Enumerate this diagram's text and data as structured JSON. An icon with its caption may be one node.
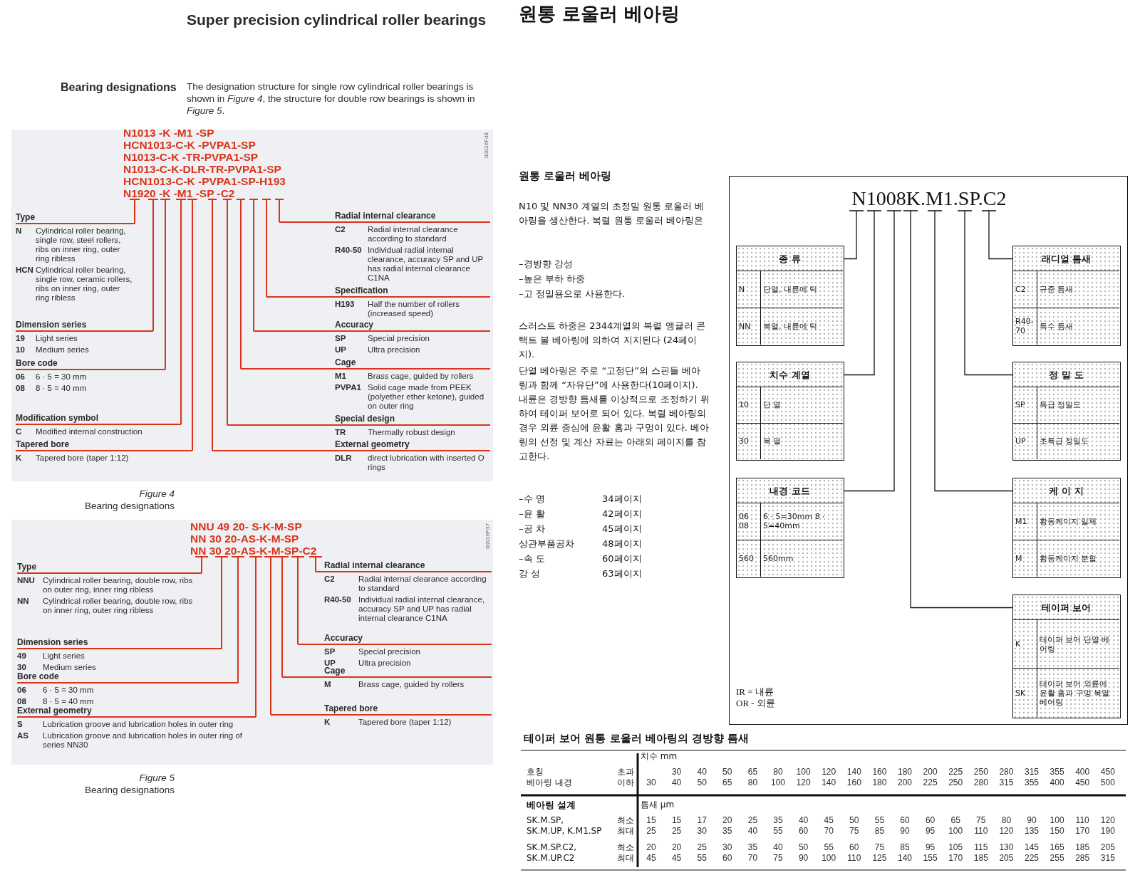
{
  "diagram": {
    "title": "Super precision cylindrical roller bearings",
    "nodes": [
      {
        "text": [
          "N1013 -K -M1 -SP",
          "HCN1013-C-K -PVPA1-SP",
          "N1013-C-K -TR-PVPA1-SP",
          "N1013-C-K-DLR-TR-PVPA1-SP",
          "HCN1013-C-K -PVPA1-SP-H193",
          "N1920 -K -M1 -SP -C2"
        ]
      },
      {
        "text": [
          "Type",
          "N",
          "Cylindrical roller bearing, single row, steel rollers, ribs on inner ring, outer ring ribless",
          "HCN",
          "Cylindrical roller bearing, single row, ceramic rollers, ribs on inner ring, outer ring ribless"
        ]
      },
      {
        "text": [
          "Dimension series",
          "19",
          "Light series",
          "10",
          "Medium series"
        ]
      },
      {
        "text": [
          "Bore code",
          "06",
          "6 · 5 = 30 mm",
          "08",
          "8 · 5 = 40 mm"
        ]
      },
      {
        "text": [
          "Modification symbol",
          "C",
          "Modified internal construction"
        ]
      },
      {
        "text": [
          "Tapered bore",
          "K",
          "Tapered bore (taper 1:12)"
        ]
      },
      {
        "text": [
          "Radial internal clearance",
          "C2",
          "Radial internal clearance according to standard",
          "R40-50",
          "Individual radial internal clearance, accuracy SP and UP has radial internal clearance C1NA"
        ]
      },
      {
        "text": [
          "Specification",
          "H193",
          "Half the number of rollers (increased speed)"
        ]
      },
      {
        "text": [
          "Accuracy",
          "SP",
          "Special precision",
          "UP",
          "Ultra precision"
        ]
      },
      {
        "text": [
          "Cage",
          "M1",
          "Brass cage, guided by rollers",
          "PVPA1",
          "Solid cage made from PEEK (polyether ether ketone), guided on outer ring"
        ]
      },
      {
        "text": [
          "Special design",
          "TR",
          "Thermally robust design"
        ]
      },
      {
        "text": [
          "External geometry",
          "DLR",
          "direct lubrication with inserted O rings"
        ]
      },
      {
        "text": [
          "NNU 49 20- S-K-M-SP",
          "NN 30 20-AS-K-M-SP",
          "NN 30 20-AS-K-M-SP-C2"
        ]
      },
      {
        "text": [
          "Type",
          "NNU",
          "Cylindrical roller bearing, double row, ribs on outer ring, inner ring ribless",
          "NN",
          "Cylindrical roller bearing, double row, ribs on inner ring, outer ring ribless"
        ]
      },
      {
        "text": [
          "Dimension series",
          "49",
          "Light series",
          "30",
          "Medium series"
        ]
      },
      {
        "text": [
          "Bore code",
          "06",
          "6 · 5 = 30 mm",
          "08",
          "8 · 5 = 40 mm"
        ]
      },
      {
        "text": [
          "External geometry",
          "S",
          "Lubrication groove and lubrication holes in outer ring",
          "AS",
          "Lubrication groove and lubrication holes in outer ring of series NN30"
        ]
      },
      {
        "text": [
          "Radial internal clearance",
          "C2",
          "Radial internal clearance according to standard",
          "R40-50",
          "Individual radial internal clearance, accuracy SP and UP has radial internal clearance C1NA"
        ]
      },
      {
        "text": [
          "Accuracy",
          "SP",
          "Special precision",
          "UP",
          "Ultra precision"
        ]
      },
      {
        "text": [
          "Cage",
          "M",
          "Brass cage, guided by rollers"
        ]
      },
      {
        "text": [
          "Tapered bore",
          "K",
          "Tapered bore (taper 1:12)"
        ]
      },
      {
        "text": [
          "IR = 내륜",
          "OR - 외륜"
        ]
      },
      {
        "text": [
          "N1008K.M1.SP.C2"
        ],
        "in": 21
      },
      {
        "text": [
          "종 류",
          "N",
          "단열, 내륜에 턱",
          "NN",
          "복열, 내륜에 턱"
        ],
        "in": 21
      },
      {
        "text": [
          "치수 계열",
          "10",
          "단 열",
          "30",
          "복 열"
        ],
        "in": 21
      },
      {
        "text": [
          "내경 코드",
          "06 08",
          "6 · 5=30mm 8 · 5=40mm",
          "560",
          "560mm"
        ],
        "in": 21
      },
      {
        "text": [
          "래디얼 틈새",
          "C2",
          "규준 틈새",
          "R40-70",
          "특수 틈새"
        ],
        "in": 21
      },
      {
        "text": [
          "정 밀 도",
          "SP",
          "특급 정밀도",
          "UP",
          "초특급 정밀도"
        ],
        "in": 21
      },
      {
        "text": [
          "케 이 지",
          "M1",
          "황동케이지 일체",
          "M",
          "황동케이지 분할"
        ],
        "in": 21
      },
      {
        "text": [
          "테이퍼 보어",
          "K",
          "테이퍼 보어 단열 베어링",
          "SK",
          "테이퍼 보어 외륜에 윤활 홈과 구멍 복열 베어링"
        ],
        "in": 21
      }
    ],
    "edges": [
      {
        "from": 0,
        "to": 1,
        "arrow": "none"
      },
      {
        "from": 0,
        "to": 2,
        "arrow": "none"
      },
      {
        "from": 0,
        "to": 3,
        "arrow": "none"
      },
      {
        "from": 0,
        "to": 4,
        "arrow": "none"
      },
      {
        "from": 0,
        "to": 5,
        "arrow": "none"
      },
      {
        "from": 0,
        "to": 6,
        "arrow": "none"
      },
      {
        "from": 0,
        "to": 7,
        "arrow": "none"
      },
      {
        "from": 0,
        "to": 8,
        "arrow": "none"
      },
      {
        "from": 0,
        "to": 9,
        "arrow": "none"
      },
      {
        "from": 0,
        "to": 10,
        "arrow": "none"
      },
      {
        "from": 0,
        "to": 11,
        "arrow": "none"
      },
      {
        "from": 12,
        "to": 13,
        "arrow": "none"
      },
      {
        "from": 12,
        "to": 14,
        "arrow": "none"
      },
      {
        "from": 12,
        "to": 15,
        "arrow": "none"
      },
      {
        "from": 12,
        "to": 16,
        "arrow": "none"
      },
      {
        "from": 12,
        "to": 17,
        "arrow": "none"
      },
      {
        "from": 12,
        "to": 18,
        "arrow": "none"
      },
      {
        "from": 12,
        "to": 19,
        "arrow": "none"
      },
      {
        "from": 12,
        "to": 20,
        "arrow": "none"
      },
      {
        "from": 22,
        "to": 23,
        "arrow": "none",
        "color": "#111111"
      },
      {
        "from": 22,
        "to": 24,
        "arrow": "none",
        "color": "#111111"
      },
      {
        "from": 22,
        "to": 25,
        "arrow": "none",
        "color": "#111111"
      },
      {
        "from": 22,
        "to": 29,
        "arrow": "none",
        "color": "#111111"
      },
      {
        "from": 22,
        "to": 28,
        "arrow": "none",
        "color": "#111111"
      },
      {
        "from": 22,
        "to": 27,
        "arrow": "none",
        "color": "#111111"
      },
      {
        "from": 22,
        "to": 26,
        "arrow": "none",
        "color": "#111111"
      }
    ],
    "labels": [
      "원통 로울러 베아링",
      "Bearing designations",
      "The designation structure for single row cylindrical roller bearings is shown in *Figure 4*, the structure for double row bearings is shown in *Figure 5*.",
      "00016F38",
      "Figure 4",
      "Bearing designations",
      "00016F37",
      "Figure 5",
      "Bearing designations",
      "원통 로울러 베아링",
      "N10 및 NN30 계열의 초정밀 원통 로울러 베아링을 생산한다. 복렬 원통 로울러 베아링은",
      "–경방향 강성",
      "–높은 부하 하중",
      "–고 정밀용으로 사용한다.",
      "스러스트 하중은 2344계열의 복렬 앵귤러 콘택트 볼 베아링에 의하여 지지된다 (24페이지).",
      "단열 베아링은 주로 “고정단”의 스핀들 베아링과 함께 “자유단”에 사용한다(10페이지). 내륜은 경방향 틈새를 이상적으로 조정하기 위하여 테이퍼 보어로 되어 있다. 복렬 베아링의 경우 외륜 중심에 윤활 홈과 구멍이 있다. 베아링의 선정 및 계산 자료는 아래의 페이지를 참고한다.",
      "–수 명",
      "34페이지",
      "–윤 활",
      "42페이지",
      "–공 차",
      "45페이지",
      "상관부품공차",
      "48페이지",
      "–속 도",
      "60페이지",
      "강 성",
      "63페이지",
      "테이퍼 보어 원통 로울러 베아링의 경방향 틈새",
      "치수 mm",
      "호칭",
      "초과",
      "30",
      "40",
      "50",
      "65",
      "80",
      "100",
      "120",
      "140",
      "160",
      "180",
      "200",
      "225",
      "250",
      "280",
      "315",
      "355",
      "400",
      "450",
      "베아링 내경",
      "이하",
      "30",
      "40",
      "50",
      "65",
      "80",
      "100",
      "120",
      "140",
      "160",
      "180",
      "200",
      "225",
      "250",
      "280",
      "315",
      "355",
      "400",
      "450",
      "500",
      "베아링 설계",
      "틈새 µm",
      "SK.M.SP,",
      "최소",
      "15",
      "15",
      "17",
      "20",
      "25",
      "35",
      "40",
      "45",
      "50",
      "55",
      "60",
      "60",
      "65",
      "75",
      "80",
      "90",
      "100",
      "110",
      "120",
      "SK.M.UP, K.M1.SP",
      "최대",
      "25",
      "25",
      "30",
      "35",
      "40",
      "55",
      "60",
      "70",
      "75",
      "85",
      "90",
      "95",
      "100",
      "110",
      "120",
      "135",
      "150",
      "170",
      "190",
      "SK.M.SP.C2,",
      "최소",
      "20",
      "20",
      "25",
      "30",
      "35",
      "40",
      "50",
      "55",
      "60",
      "75",
      "85",
      "95",
      "105",
      "115",
      "130",
      "145",
      "165",
      "185",
      "205",
      "SK.M.UP.C2",
      "최대",
      "45",
      "45",
      "55",
      "60",
      "70",
      "75",
      "90",
      "100",
      "110",
      "125",
      "140",
      "155",
      "170",
      "185",
      "205",
      "225",
      "255",
      "285",
      "315"
    ]
  }
}
